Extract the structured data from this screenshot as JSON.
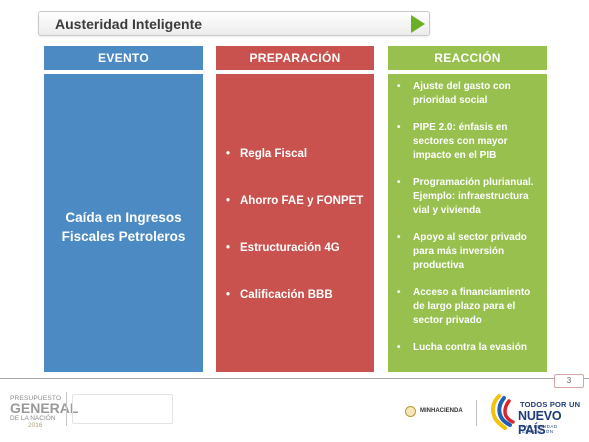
{
  "title": "Austeridad Inteligente",
  "columns": {
    "evento": {
      "header": "EVENTO",
      "body": "Caída en Ingresos Fiscales Petroleros",
      "color": "#4b8ac3"
    },
    "preparacion": {
      "header": "PREPARACIÓN",
      "items": [
        "Regla Fiscal",
        "Ahorro FAE y FONPET",
        "Estructuración 4G",
        "Calificación BBB"
      ],
      "color": "#c9524e"
    },
    "reaccion": {
      "header": "REACCIÓN",
      "items": [
        "Ajuste del gasto con prioridad social",
        "PIPE 2.0: énfasis en sectores con mayor impacto en el PIB",
        "Programación plurianual. Ejemplo: infraestructura vial y vivienda",
        "Apoyo al sector privado para más inversión productiva",
        "Acceso a financiamiento de largo plazo para el sector privado",
        "Lucha contra la evasión"
      ],
      "color": "#97c04f"
    }
  },
  "page_number": "3",
  "footer": {
    "pgn_line1": "PRESUPUESTO",
    "pgn_line2": "GENERAL",
    "pgn_line3": "DE LA NACIÓN",
    "pgn_year": "2016",
    "ministry": "MINHACIENDA",
    "slogan_top": "TODOS POR UN",
    "slogan_main": "NUEVO PAÍS",
    "slogan_sub": "PAZ EQUIDAD EDUCACIÓN"
  },
  "icons": [
    "play-arrow-icon",
    "colombia-seal-icon",
    "todos-por-un-nuevo-pais-logo-icon"
  ]
}
